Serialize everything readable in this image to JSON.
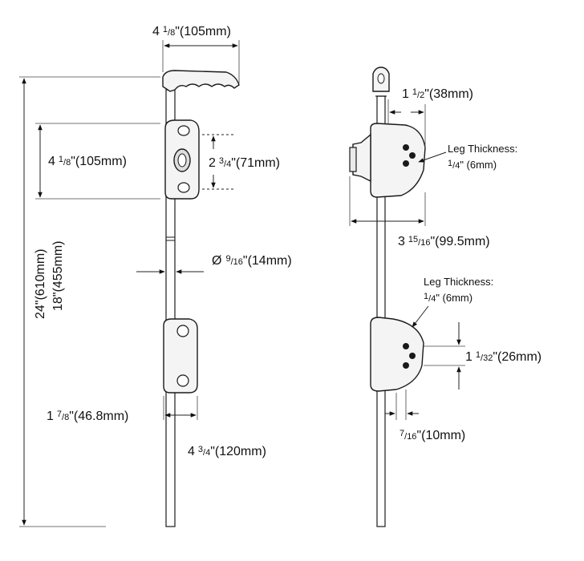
{
  "left_view": {
    "handle_width": {
      "whole": "4",
      "frac_num": "1",
      "frac_den": "8",
      "metric": "\"(105mm)"
    },
    "keeper_height": {
      "whole": "4",
      "frac_num": "1",
      "frac_den": "8",
      "metric": "\"(105mm)"
    },
    "hole_spacing": {
      "whole": "2",
      "frac_num": "3",
      "frac_den": "4",
      "metric": "\"(71mm)"
    },
    "rod_diameter": {
      "symbol": "Ø",
      "frac_num": "9",
      "frac_den": "16",
      "metric": "\"(14mm)"
    },
    "overall_length": "24\"(610mm)",
    "travel_length": "18\"(455mm)",
    "guide_width": {
      "whole": "1",
      "frac_num": "7",
      "frac_den": "8",
      "metric": "\"(46.8mm)"
    },
    "guide_spacing": {
      "whole": "4",
      "frac_num": "3",
      "frac_den": "4",
      "metric": "\"(120mm)"
    }
  },
  "right_view": {
    "keeper_depth": {
      "whole": "1",
      "frac_num": "1",
      "frac_den": "2",
      "metric": "\"(38mm)"
    },
    "top_leg_label": "Leg Thickness:",
    "top_leg_value": {
      "frac_num": "1",
      "frac_den": "4",
      "metric": "\" (6mm)"
    },
    "keeper_projection": {
      "whole": "3",
      "frac_num": "15",
      "frac_den": "16",
      "metric": "\"(99.5mm)"
    },
    "bottom_leg_label": "Leg Thickness:",
    "bottom_leg_value": {
      "frac_num": "1",
      "frac_den": "4",
      "metric": "\" (6mm)"
    },
    "guide_hole_spacing": {
      "whole": "1",
      "frac_num": "1",
      "frac_den": "32",
      "metric": "\"(26mm)"
    },
    "guide_offset": {
      "frac_num": "7",
      "frac_den": "16",
      "metric": "\"(10mm)"
    }
  }
}
